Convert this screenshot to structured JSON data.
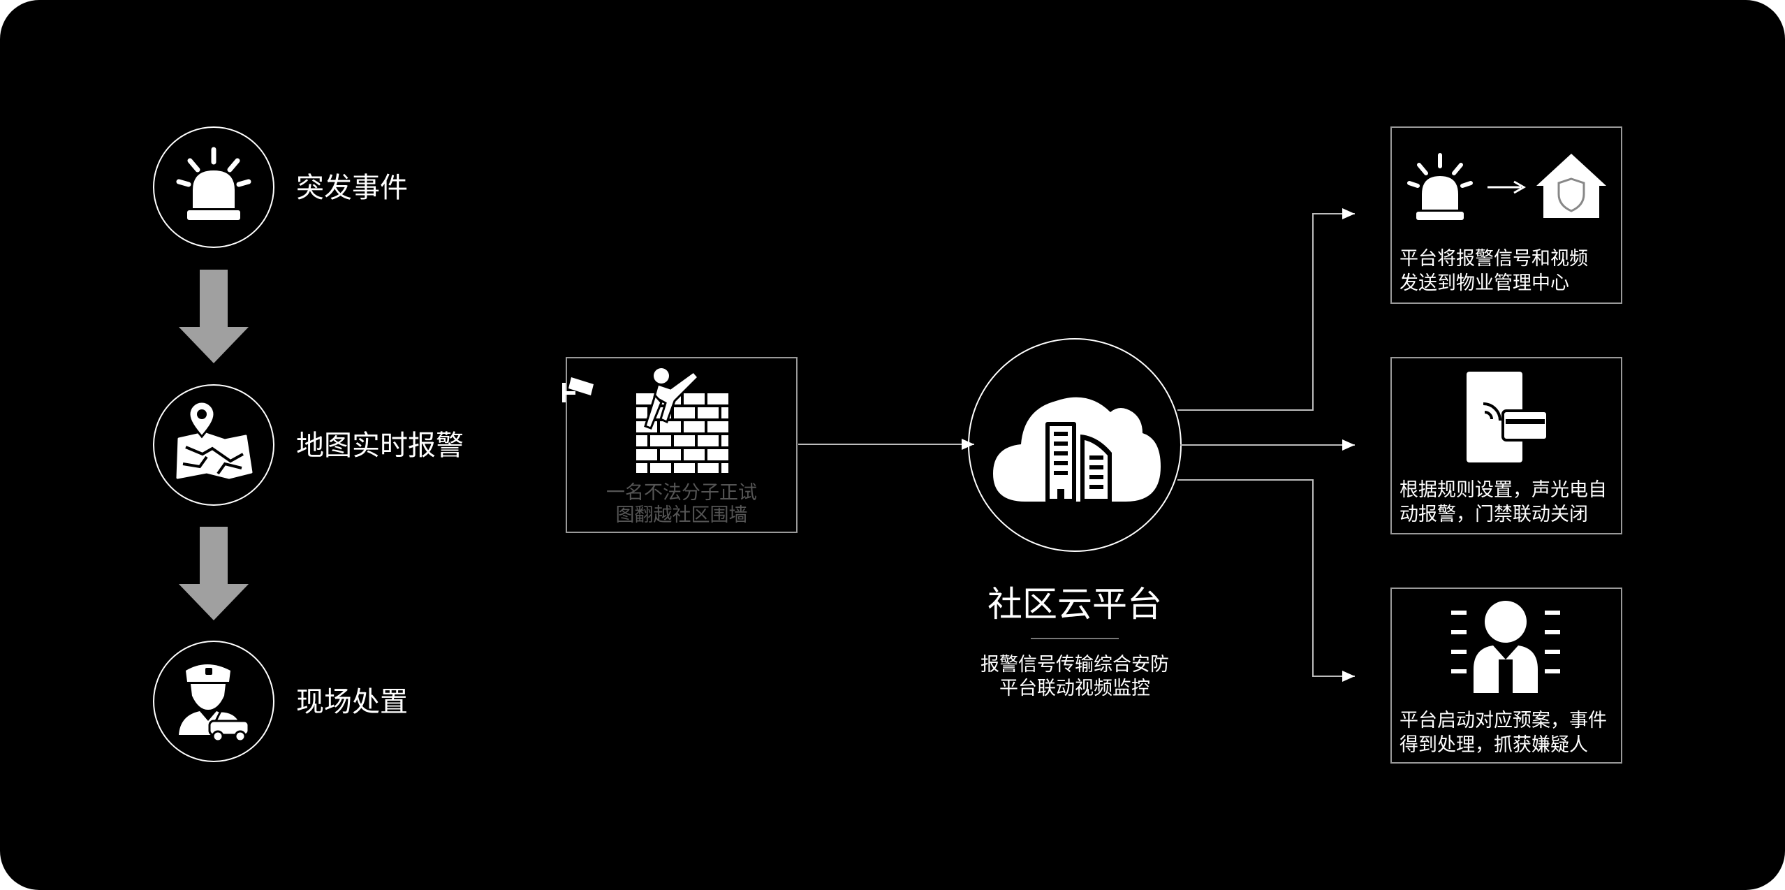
{
  "left_flow": {
    "steps": [
      {
        "label": "突发事件",
        "icon": "alarm-siren-icon"
      },
      {
        "label": "地图实时报警",
        "icon": "map-pin-icon"
      },
      {
        "label": "现场处置",
        "icon": "police-car-icon"
      }
    ]
  },
  "intrusion": {
    "caption_line1": "一名不法分子正试",
    "caption_line2": "图翻越社区围墙",
    "icons": [
      "security-camera-icon",
      "wall-climber-icon"
    ]
  },
  "center": {
    "title": "社区云平台",
    "subtitle_line1": "报警信号传输综合安防",
    "subtitle_line2": "平台联动视频监控",
    "icon": "cloud-building-icon"
  },
  "outcomes": [
    {
      "line1": "平台将报警信号和视频",
      "line2": "发送到物业管理中心",
      "icons": [
        "alarm-siren-icon",
        "arrow-right-icon",
        "shield-house-icon"
      ]
    },
    {
      "line1": "根据规则设置，声光电自",
      "line2": "动报警，门禁联动关闭",
      "icons": [
        "access-door-card-icon"
      ]
    },
    {
      "line1": "平台启动对应预案，事件",
      "line2": "得到处理，抓获嫌疑人",
      "icons": [
        "suspect-person-icon"
      ]
    }
  ],
  "colors": {
    "background": "#000000",
    "foreground": "#ffffff",
    "arrow_gray": "#a0a0a0",
    "border_gray": "#9a9a9a",
    "caption_dim": "#555555"
  }
}
